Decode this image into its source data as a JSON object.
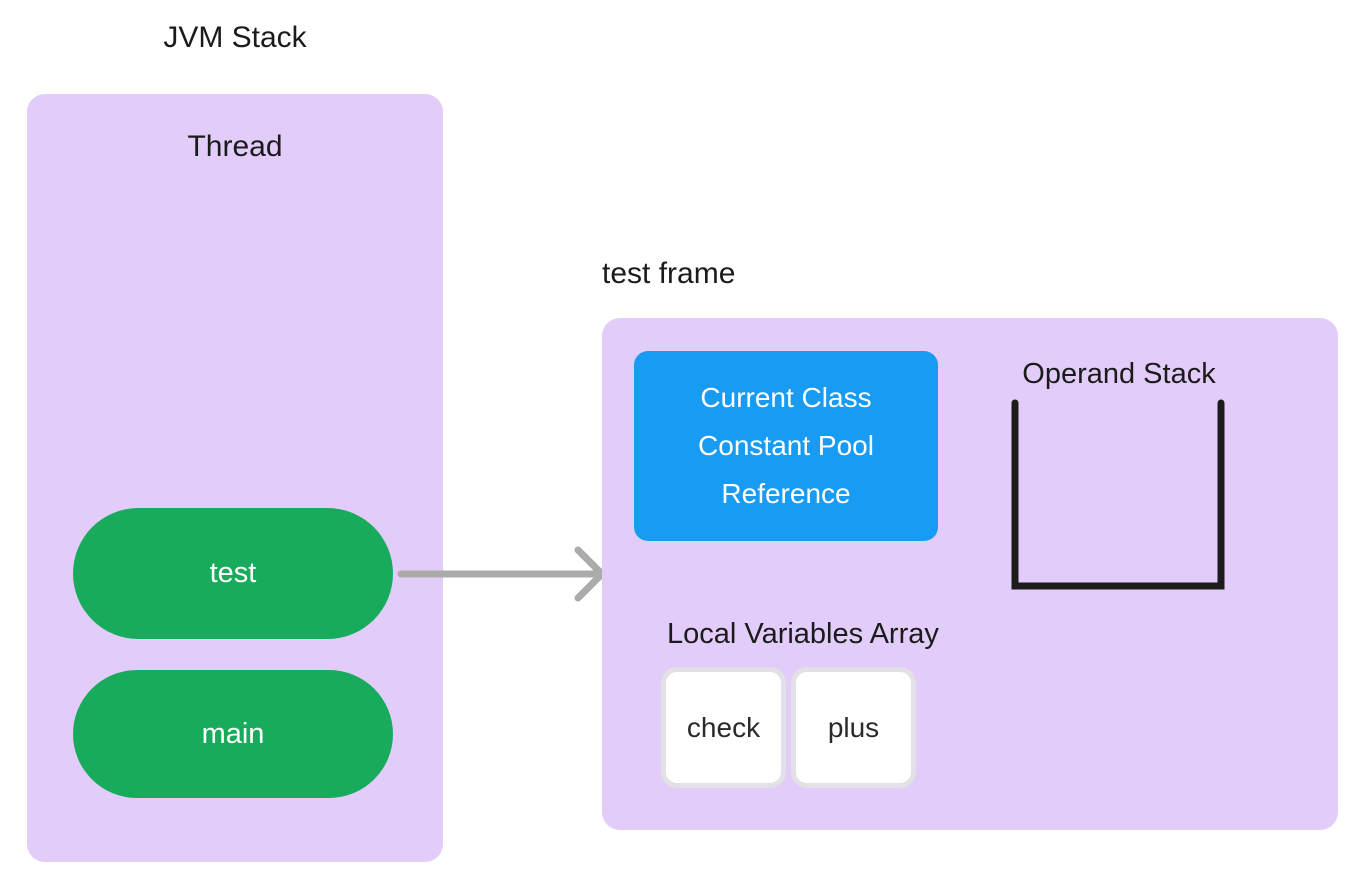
{
  "colors": {
    "panel_purple": "#e2ccfa",
    "pill_green": "#18ab5c",
    "box_blue": "#189bf2",
    "arrow_gray": "#ababab",
    "stroke_black": "#1c1c1c",
    "slot_border_gray": "#e3e1e6",
    "text_dark": "#1b1b1b"
  },
  "jvm_stack": {
    "title": "JVM Stack",
    "thread": {
      "label": "Thread",
      "stack_frames": [
        {
          "label": "test"
        },
        {
          "label": "main"
        }
      ]
    }
  },
  "test_frame": {
    "title": "test frame",
    "constant_pool_reference": {
      "lines": [
        "Current Class",
        "Constant Pool",
        "Reference"
      ]
    },
    "operand_stack": {
      "label": "Operand Stack"
    },
    "local_variables": {
      "label": "Local Variables Array",
      "slots": [
        {
          "value": "check"
        },
        {
          "value": "plus"
        }
      ]
    }
  }
}
